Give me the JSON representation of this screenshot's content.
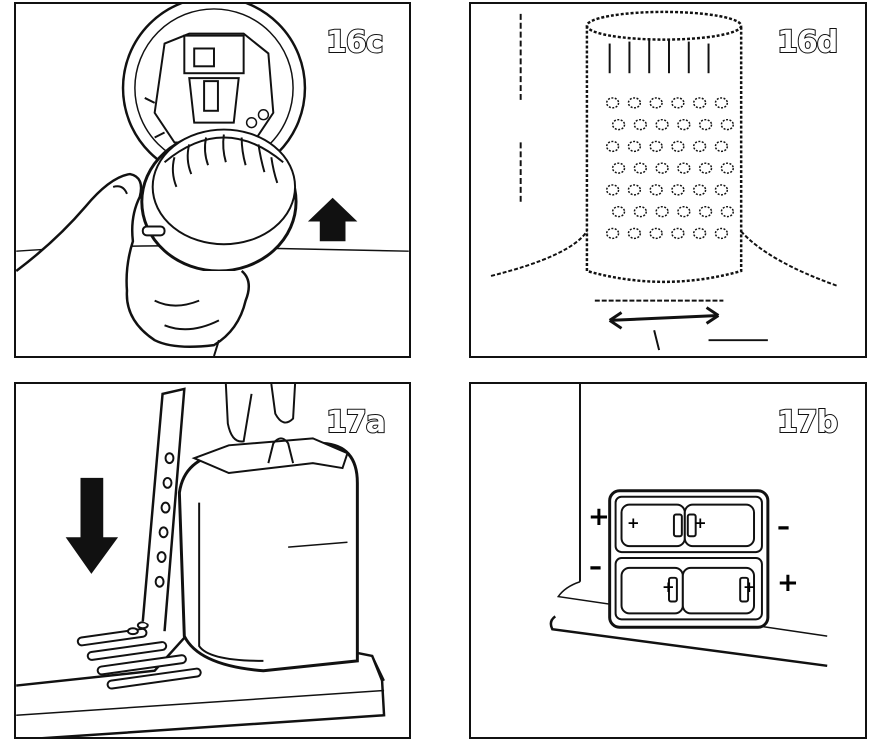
{
  "panels": [
    {
      "label": "16c"
    },
    {
      "label": "16d"
    },
    {
      "label": "17a"
    },
    {
      "label": "17b"
    }
  ],
  "polarity": {
    "plus": "+",
    "minus": "–"
  }
}
